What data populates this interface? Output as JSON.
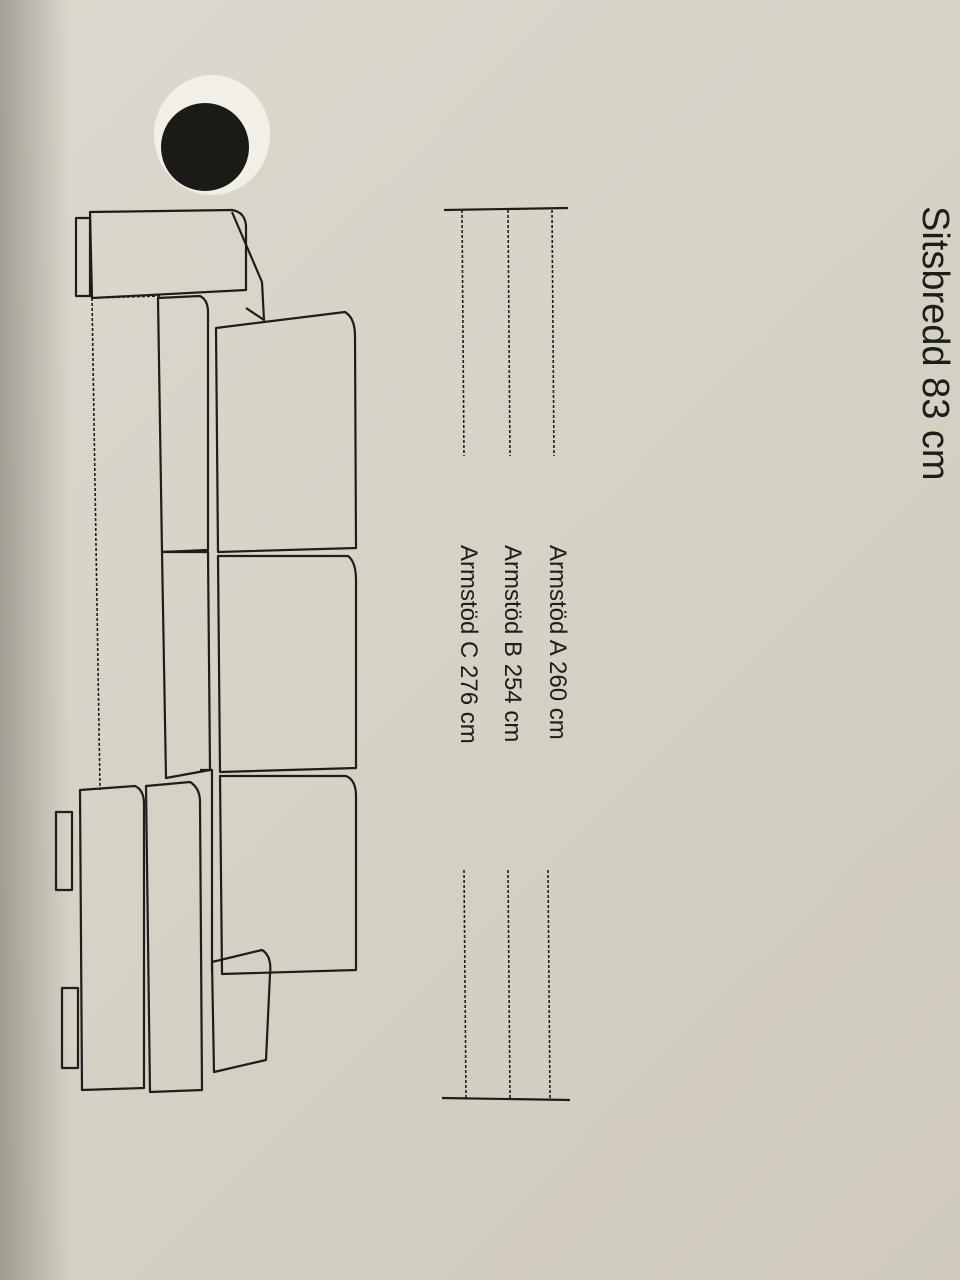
{
  "seat_width": "Sitsbredd 83 cm",
  "armrests": [
    "Armstöd A 260 cm",
    "Armstöd B 254 cm",
    "Armstöd C 276 cm"
  ],
  "colors": {
    "paper": "#d8d4c9",
    "ink": "#1d1d1b"
  }
}
